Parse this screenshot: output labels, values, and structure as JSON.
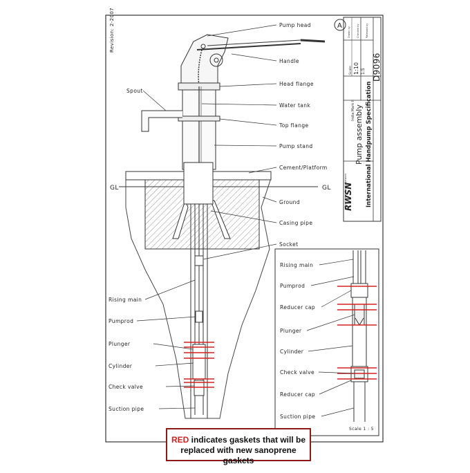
{
  "revision": "Revision: 2-2007",
  "circle_letter": "A",
  "drawing_number": "D9096",
  "title_block": {
    "logo": "RWSN",
    "logo_sub": "Rural Water Supply Network",
    "model": "India Mark II",
    "title": "Pump assembly",
    "spec": "International Handpump Specification",
    "scale_label": "Scale:",
    "scale_main": "1:10",
    "scale_alt": "1:5",
    "drawn_by": "Drawn by",
    "checked_by": "Checked by",
    "released": "Released by"
  },
  "labels_main": {
    "pump_head": "Pump head",
    "handle": "Handle",
    "head_flange": "Head flange",
    "water_tank": "Water tank",
    "top_flange": "Top flange",
    "pump_stand": "Pump stand",
    "cement_platform": "Cement/Platform",
    "gl_left": "GL",
    "gl_right": "GL",
    "ground": "Ground",
    "casing_pipe": "Casing pipe",
    "socket": "Socket",
    "spout": "Spout",
    "rising_main": "Rising main",
    "pumprod": "Pumprod",
    "plunger": "Plunger",
    "cylinder": "Cylinder",
    "check_valve": "Check valve",
    "suction_pipe": "Suction pipe"
  },
  "labels_detail": {
    "rising_main": "Rising main",
    "pumprod": "Pumprod",
    "reducer_cap_top": "Reducer cap",
    "plunger": "Plunger",
    "cylinder": "Cylinder",
    "check_valve": "Check valve",
    "reducer_cap_bottom": "Reducer cap",
    "suction_pipe": "Suction pipe",
    "scale": "Scale 1 : 5"
  },
  "note": {
    "highlight": "RED",
    "line1": " indicates gaskets that will be",
    "line2": "replaced with new sanoprene gaskets"
  },
  "colors": {
    "gasket": "#d42020",
    "line": "#333333",
    "note_border": "#8b1a1a"
  }
}
